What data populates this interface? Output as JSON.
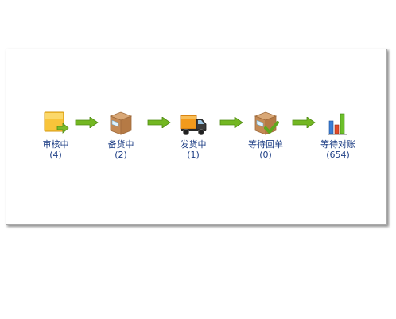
{
  "steps": [
    {
      "label": "审核中",
      "count": "(4)",
      "icon": "document-arrow-icon"
    },
    {
      "label": "备货中",
      "count": "(2)",
      "icon": "box-icon"
    },
    {
      "label": "发货中",
      "count": "(1)",
      "icon": "truck-icon"
    },
    {
      "label": "等待回单",
      "count": "(0)",
      "icon": "box-check-icon"
    },
    {
      "label": "等待对账",
      "count": "(654)",
      "icon": "bar-chart-icon"
    }
  ],
  "colors": {
    "label": "#1b3c84",
    "arrow": "#6db31f",
    "border": "#a9a9a9"
  }
}
